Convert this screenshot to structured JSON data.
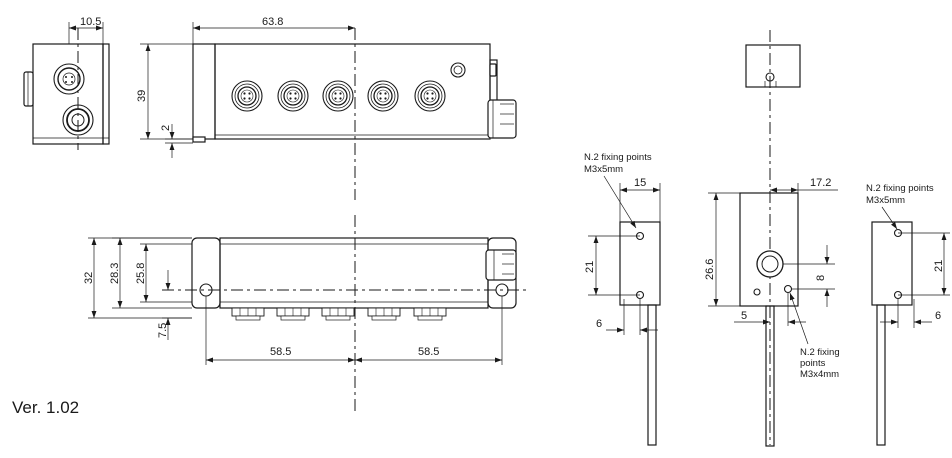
{
  "version_label": "Ver. 1.02",
  "dimensions": {
    "top_width_small": "10.5",
    "top_offset": "63.8",
    "height_39": "39",
    "base_2": "2",
    "height_32": "32",
    "height_28_3": "28.3",
    "height_25_8": "25.8",
    "offset_7_5": "7.5",
    "span_left": "58.5",
    "span_right": "58.5",
    "width_15": "15",
    "height_21_left": "21",
    "offset_6_left": "6",
    "width_17_2": "17.2",
    "height_26_6": "26.6",
    "height_8": "8",
    "offset_5": "5",
    "height_21_right": "21",
    "offset_6_right": "6"
  },
  "notes": {
    "fixing_left_title": "N.2 fixing points",
    "fixing_left_size": "M3x5mm",
    "fixing_center_line1": "N.2 fixing",
    "fixing_center_line2": "points",
    "fixing_center_size": "M3x4mm",
    "fixing_right_title": "N.2 fixing points",
    "fixing_right_size": "M3x5mm"
  }
}
